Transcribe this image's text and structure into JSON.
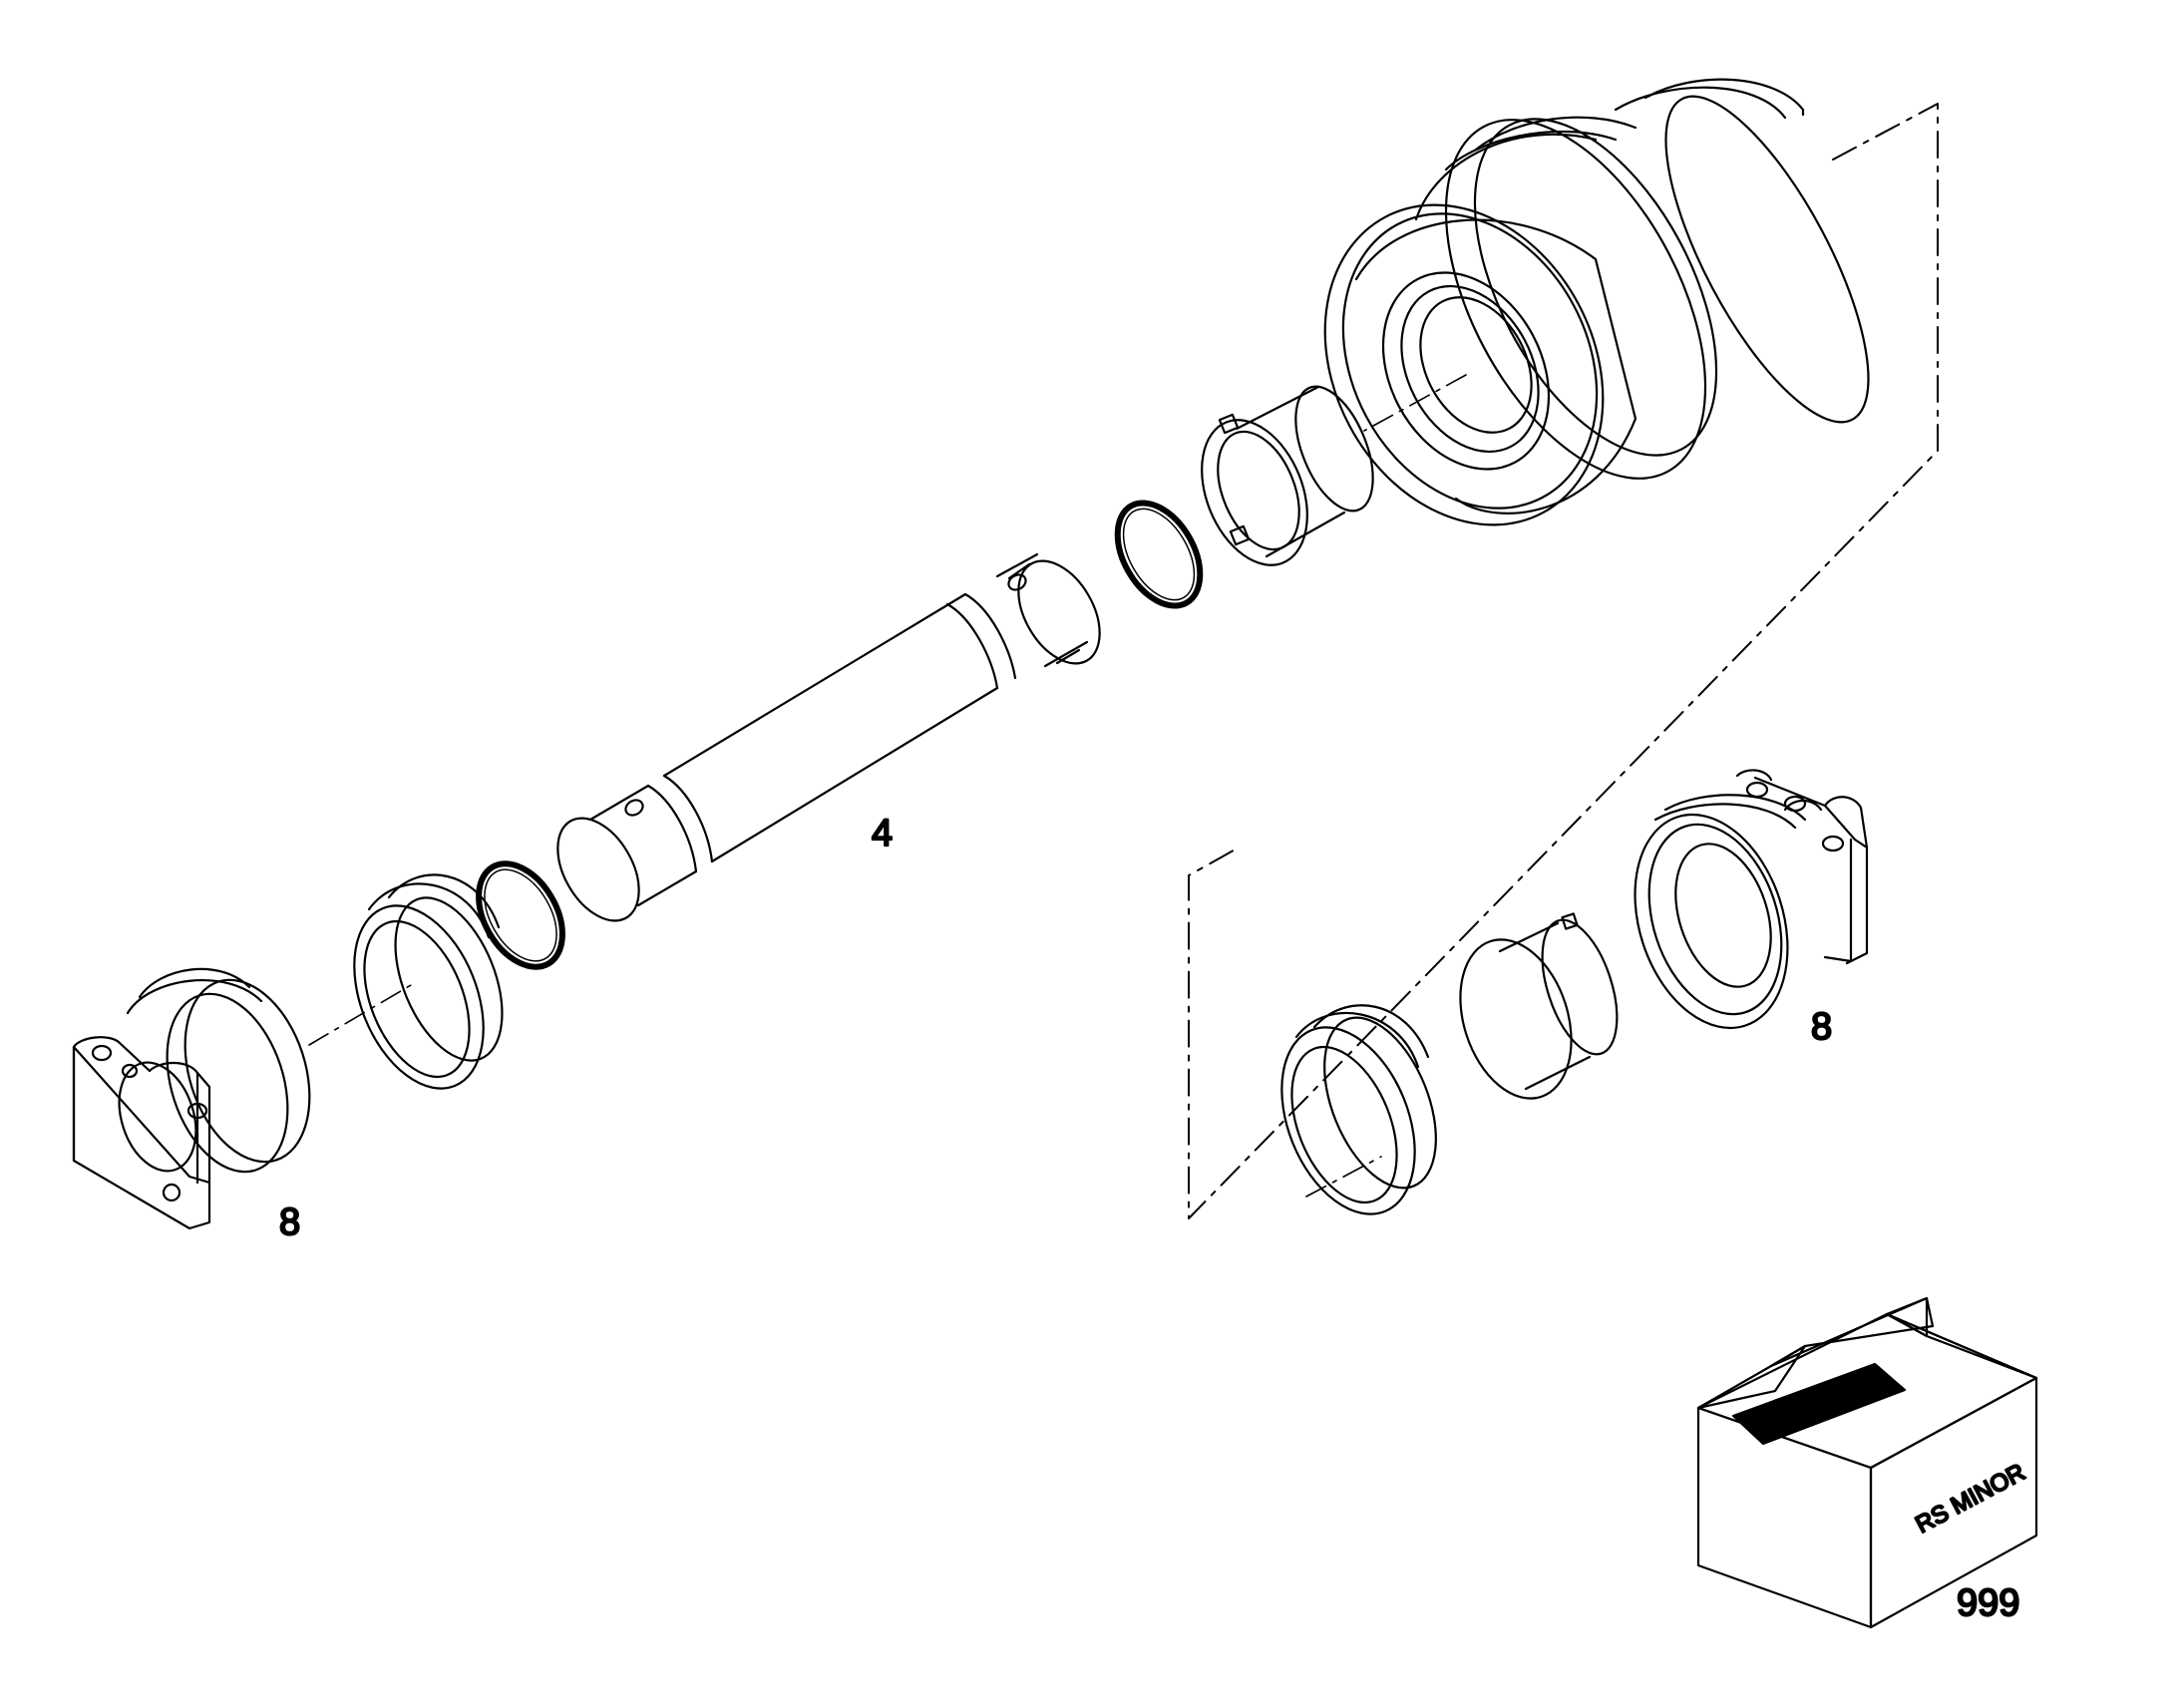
{
  "callouts": {
    "shaft": "4",
    "left_assembly": "8",
    "right_assembly": "8",
    "kit_box": "999"
  },
  "kit_box_label": "RS MINOR",
  "colors": {
    "line": "#000000",
    "background": "#ffffff"
  }
}
